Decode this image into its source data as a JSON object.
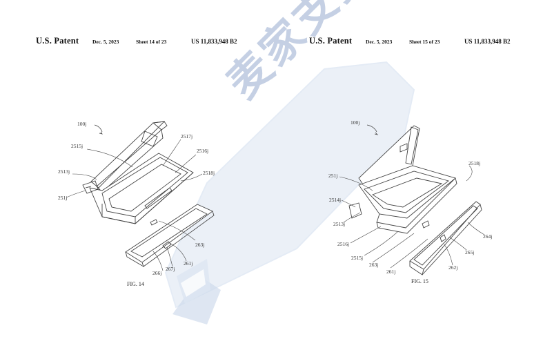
{
  "left_header": {
    "title": "U.S. Patent",
    "date": "Dec. 5, 2023",
    "sheet": "Sheet 14 of 23",
    "number": "US 11,833,948 B2"
  },
  "right_header": {
    "title": "U.S. Patent",
    "date": "Dec. 5, 2023",
    "sheet": "Sheet 15 of 23",
    "number": "US 11,833,948 B2"
  },
  "fig14": {
    "caption": "FIG. 14",
    "labels": {
      "ref": "100j",
      "a": "2515j",
      "b": "2517j",
      "c": "2516j",
      "d": "2513j",
      "e": "2518j",
      "f": "251j",
      "g": "263j",
      "h": "266j",
      "i": "267j",
      "j": "261j"
    }
  },
  "fig15": {
    "caption": "FIG. 15",
    "labels": {
      "ref": "100j",
      "a": "2518j",
      "b": "251j",
      "c": "2514j",
      "d": "2513j",
      "e": "2516j",
      "f": "2515j",
      "g": "263j",
      "h": "261j",
      "i": "262j",
      "j": "265j",
      "k": "264j"
    }
  },
  "watermark": {
    "text": "麦家支持",
    "color": "#c9d6ea"
  }
}
